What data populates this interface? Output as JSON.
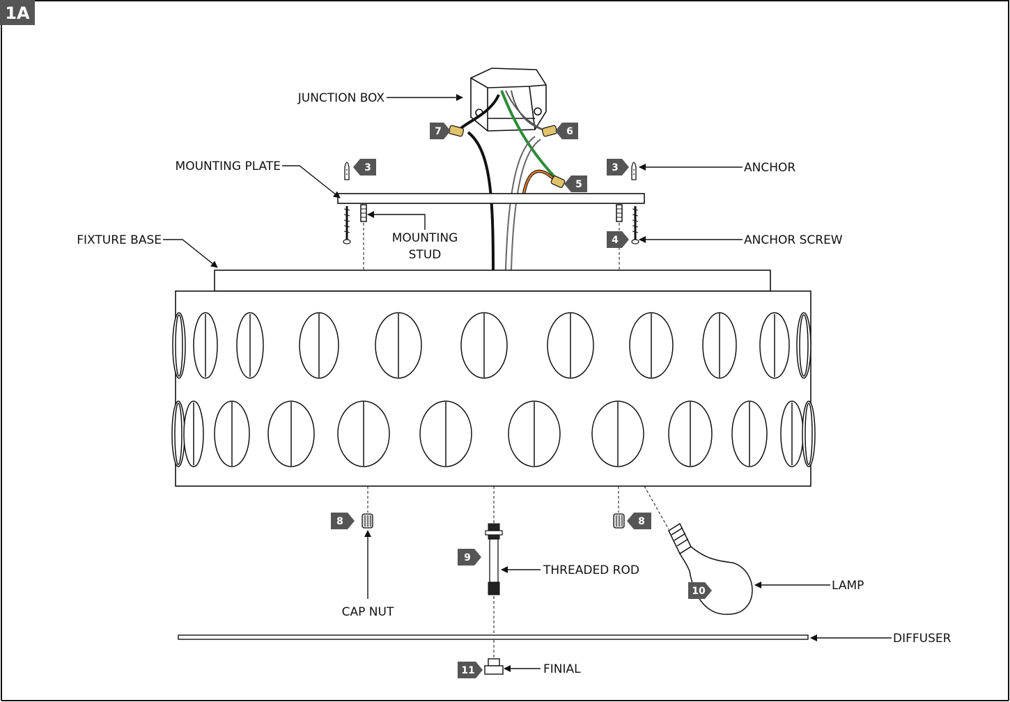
{
  "figure_tag": "1A",
  "labels": {
    "junction_box": "JUNCTION BOX",
    "mounting_plate": "MOUNTING PLATE",
    "anchor": "ANCHOR",
    "mounting_stud_1": "MOUNTING",
    "mounting_stud_2": "STUD",
    "anchor_screw": "ANCHOR SCREW",
    "fixture_base": "FIXTURE BASE",
    "threaded_rod": "THREADED ROD",
    "lamp": "LAMP",
    "cap_nut": "CAP NUT",
    "diffuser": "DIFFUSER",
    "finial": "FINIAL"
  },
  "badges": {
    "b3_left": "3",
    "b3_right": "3",
    "b4": "4",
    "b5": "5",
    "b6": "6",
    "b7": "7",
    "b8_left": "8",
    "b8_right": "8",
    "b9": "9",
    "b10": "10",
    "b11": "11"
  },
  "colors": {
    "badge": "#555555",
    "line": "#111111",
    "ground_wire": "#2e8b3a",
    "orange_wire": "#d9772b"
  }
}
